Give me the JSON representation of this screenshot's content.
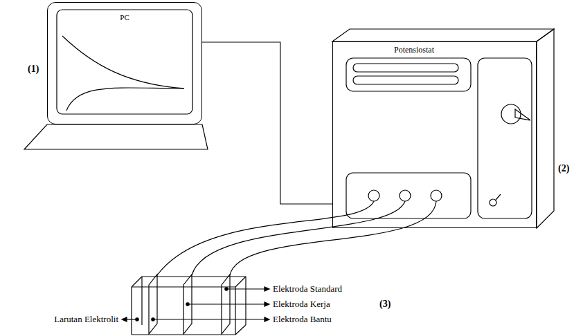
{
  "diagram": {
    "nodes": [
      {
        "text": [
          "PC"
        ]
      },
      {
        "text": [
          "Potensiostat"
        ]
      }
    ],
    "edges": [
      {
        "from": 0,
        "to": 1,
        "arrow": "none"
      }
    ],
    "labels": [
      "(1)",
      "(2)",
      "(3)",
      "Elektroda Standard",
      "Elektroda Kerja",
      "Elektroda Bantu",
      "Larutan Elektrolit"
    ]
  }
}
